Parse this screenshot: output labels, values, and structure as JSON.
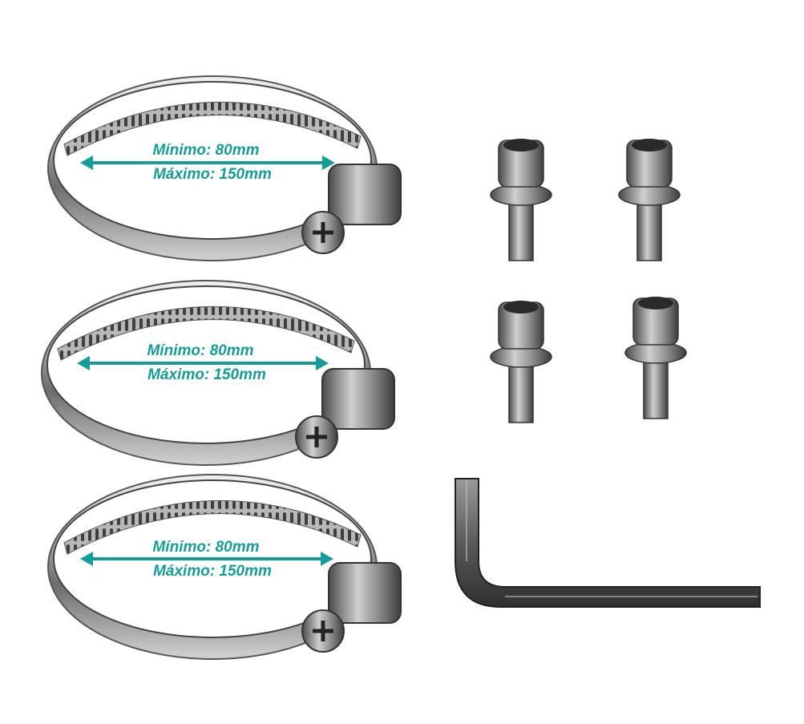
{
  "clamps": [
    {
      "min_label": "Mínimo: 80mm",
      "max_label": "Máximo: 150mm"
    },
    {
      "min_label": "Mínimo: 80mm",
      "max_label": "Máximo: 150mm"
    },
    {
      "min_label": "Mínimo: 80mm",
      "max_label": "Máximo: 150mm"
    }
  ],
  "colors": {
    "background": "#ffffff",
    "label_teal": "#149d9a",
    "steel_light": "#d9d9d9",
    "steel_dark": "#3a3a3a"
  },
  "icons": [
    "hose-clamp-icon",
    "socket-bolt-icon",
    "hex-key-icon"
  ]
}
